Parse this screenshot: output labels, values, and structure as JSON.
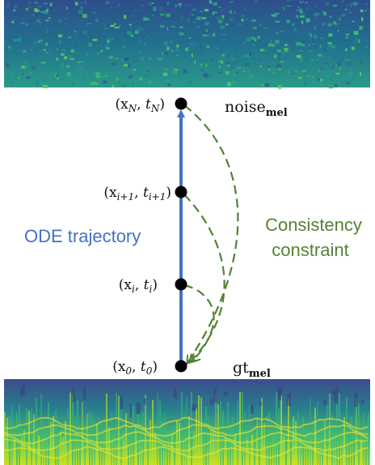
{
  "diagram": {
    "nodes": [
      {
        "id": "xN",
        "label_var": "x",
        "label_var_sub": "N",
        "label_time": "t",
        "label_time_sub": "N",
        "right_label": "noise",
        "right_label_sub": "mel"
      },
      {
        "id": "xi1",
        "label_var": "x",
        "label_var_sub": "i+1",
        "label_time": "t",
        "label_time_sub": "i+1"
      },
      {
        "id": "xi",
        "label_var": "x",
        "label_var_sub": "i",
        "label_time": "t",
        "label_time_sub": "i"
      },
      {
        "id": "x0",
        "label_var": "x",
        "label_var_sub": "0",
        "label_time": "t",
        "label_time_sub": "0",
        "right_label": "gt",
        "right_label_sub": "mel"
      }
    ],
    "ode_label": "ODE trajectory",
    "consistency_label_line1": "Consistency",
    "consistency_label_line2": "constraint",
    "colors": {
      "ode": "#4472c4",
      "consistency": "#548235",
      "node": "#000000"
    }
  }
}
